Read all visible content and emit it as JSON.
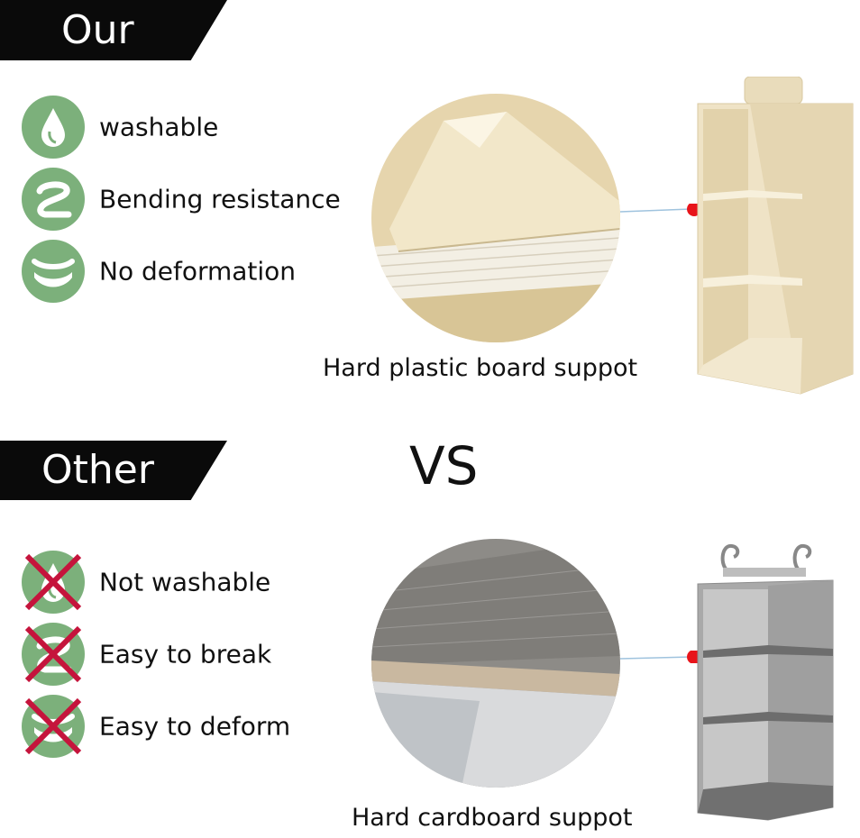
{
  "our": {
    "title": "Our",
    "features": [
      {
        "label": "washable",
        "icon": "water-drop-icon"
      },
      {
        "label": "Bending resistance",
        "icon": "bending-icon"
      },
      {
        "label": "No deformation",
        "icon": "no-deformation-icon"
      }
    ],
    "caption": "Hard plastic board suppot"
  },
  "vs": "VS",
  "other": {
    "title": "Other",
    "features": [
      {
        "label": "Not washable",
        "icon": "crossed-water-drop-icon"
      },
      {
        "label": "Easy to break",
        "icon": "crossed-bending-icon"
      },
      {
        "label": "Easy to deform",
        "icon": "crossed-deformation-icon"
      }
    ],
    "caption": "Hard cardboard suppot"
  },
  "colors": {
    "banner": "#0a0a0a",
    "icon_green": "#7cb07b",
    "cross_red": "#c5143c",
    "pointer_red": "#e8141a",
    "our_fabric": "#efe3c6",
    "other_fabric": "#a9a9a9"
  }
}
